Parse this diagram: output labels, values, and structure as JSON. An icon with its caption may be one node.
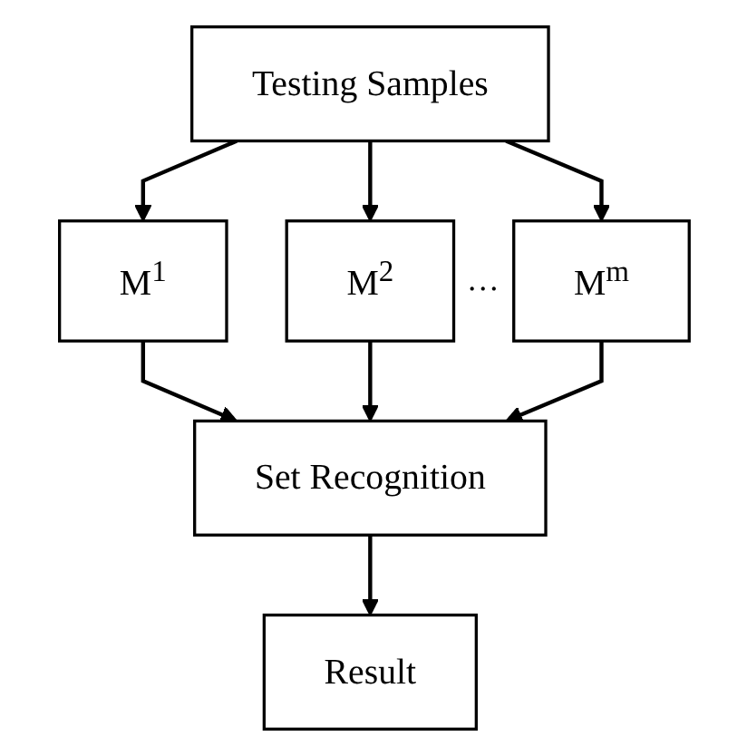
{
  "diagram": {
    "nodes": [
      {
        "text": [
          "Testing Samples"
        ]
      },
      {
        "text": [
          "M$^{1}$"
        ]
      },
      {
        "text": [
          "M$^{2}$"
        ]
      },
      {
        "text": [
          "M$^{m}$"
        ]
      },
      {
        "text": [
          "Set Recognition"
        ]
      },
      {
        "text": [
          "Result"
        ]
      }
    ],
    "edges": [
      {
        "from": 0,
        "to": 1,
        "arrow": "to"
      },
      {
        "from": 0,
        "to": 2,
        "arrow": "to"
      },
      {
        "from": 0,
        "to": 3,
        "arrow": "to"
      },
      {
        "from": 1,
        "to": 4,
        "arrow": "to"
      },
      {
        "from": 2,
        "to": 4,
        "arrow": "to"
      },
      {
        "from": 3,
        "to": 4,
        "arrow": "to"
      },
      {
        "from": 4,
        "to": 5,
        "arrow": "to"
      }
    ],
    "labels": [
      "…"
    ]
  }
}
